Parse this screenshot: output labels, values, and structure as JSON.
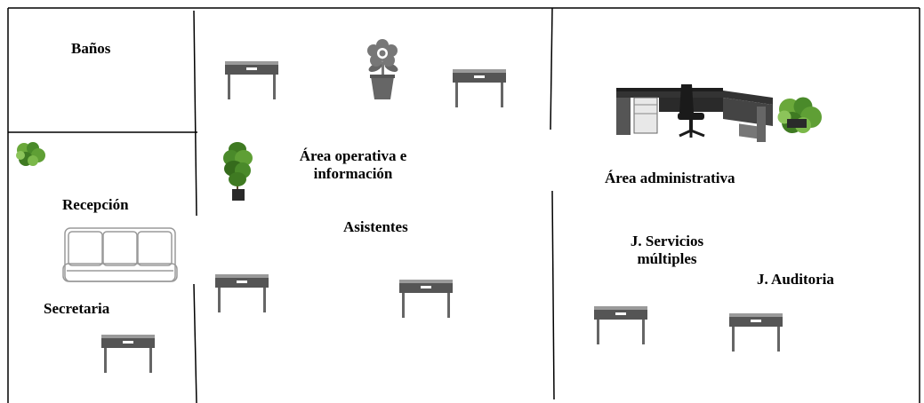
{
  "rooms": {
    "banos": "Baños",
    "recepcion": "Recepción",
    "secretaria": "Secretaria",
    "area_operativa": [
      "Área operativa e",
      "información"
    ],
    "asistentes": "Asistentes",
    "area_administrativa": "Área administrativa",
    "j_servicios": [
      "J. Servicios",
      "múltiples"
    ],
    "j_auditoria": "J. Auditoria"
  },
  "icons": {
    "desk": "desk-icon",
    "plant_small": "plant-icon",
    "plant_tall": "tall-plant-icon",
    "flower": "flower-pot-icon",
    "sofa": "sofa-icon",
    "executive_desk": "executive-desk-icon",
    "office_chair": "office-chair-icon"
  },
  "colors": {
    "wall": "#000000",
    "desk_top": "#555555",
    "desk_legs": "#666666",
    "plant_green": "#4a8a2a",
    "sofa_outline": "#9a9a9a"
  }
}
